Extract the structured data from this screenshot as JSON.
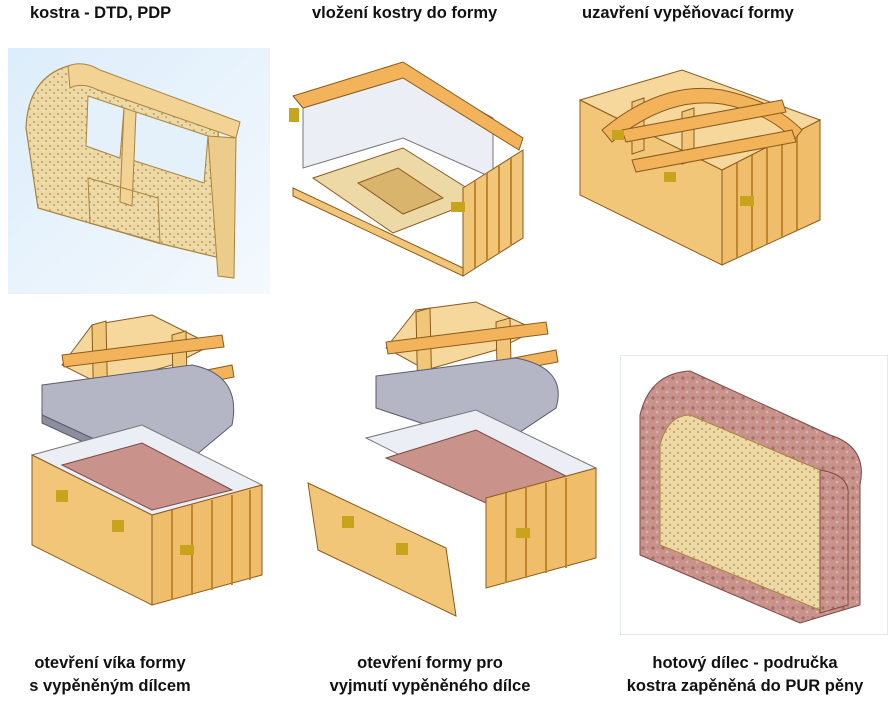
{
  "captions": {
    "step1": "kostra - DTD, PDP",
    "step2": "vložení kostry do formy",
    "step3": "uzavření vypěňovací formy",
    "step4": [
      "otevření víka formy",
      "s vypěněným dílcem"
    ],
    "step5": [
      "otevření formy pro",
      "vyjmutí vypěněného dílce"
    ],
    "step6": [
      "hotový dílec - područka",
      "kostra zapěněná do PUR pěny"
    ]
  },
  "colors": {
    "wood": "#f2c679",
    "wood_dark": "#d9923a",
    "wood_edge": "#8a5a1c",
    "chipboard": "#ecd9a6",
    "foam": "#c9928a",
    "grey_lid": "#b4b6c6",
    "clamp": "#c8a41c",
    "panel_bg": "#e8f3fb"
  }
}
